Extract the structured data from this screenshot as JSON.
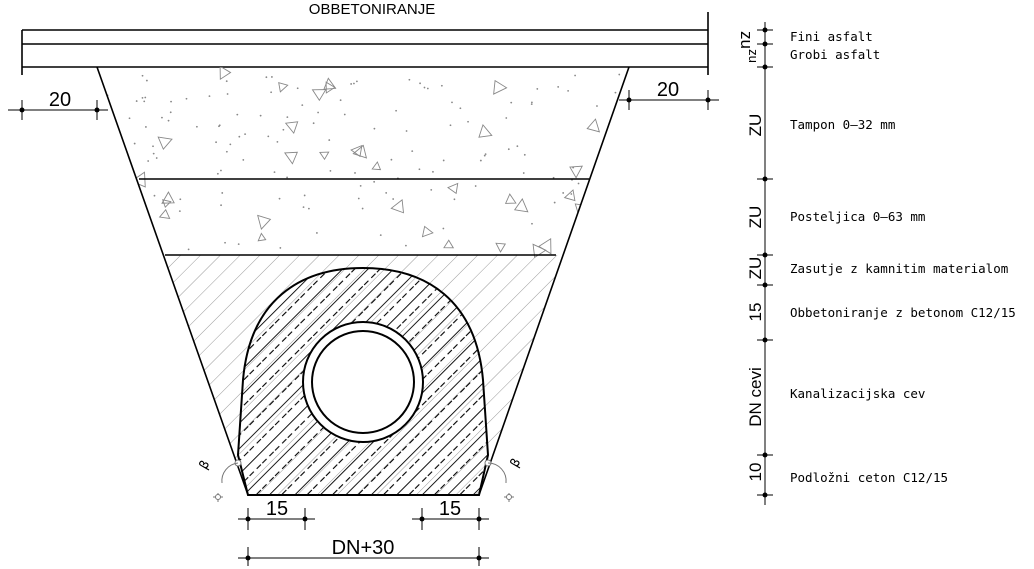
{
  "title": "OBBETONIRANJE",
  "dimensions": {
    "left_width": "20",
    "right_width": "20",
    "left_encasement": "15",
    "right_encasement": "15",
    "bottom_width": "DN+30"
  },
  "angle_symbol": "β",
  "layers": [
    {
      "thickness": "zu",
      "label": "Fini asfalt"
    },
    {
      "thickness": "zu",
      "label": "Grobi asfalt"
    },
    {
      "thickness": "ZU",
      "label": "Tampon 0–32 mm"
    },
    {
      "thickness": "ZU",
      "label": "Posteljica 0–63 mm"
    },
    {
      "thickness": "ZU",
      "label": "Zasutje z kamnitim materialom"
    },
    {
      "thickness": "15",
      "label": "Obbetoniranje z betonom C12/15"
    },
    {
      "thickness": "DN cevi",
      "label": "Kanalizacijska cev"
    },
    {
      "thickness": "10",
      "label": "Podložni ceton C12/15"
    }
  ],
  "colors": {
    "line": "#000000",
    "background": "#ffffff",
    "faint": "#777777"
  }
}
